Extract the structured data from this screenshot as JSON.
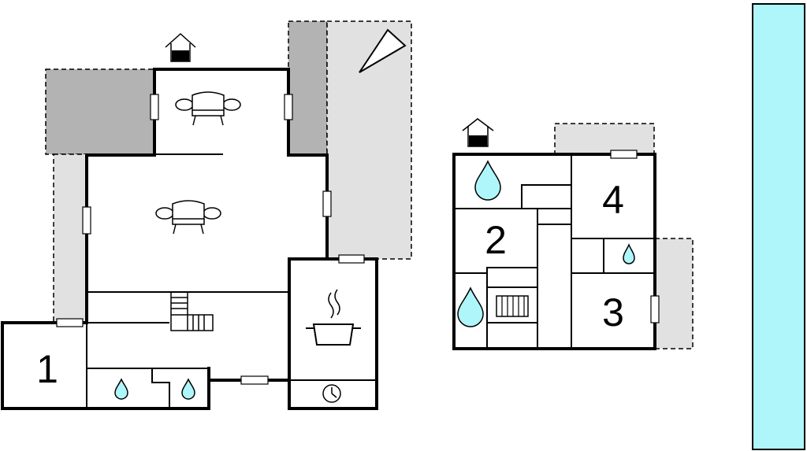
{
  "rooms": {
    "room1": "1",
    "room2": "2",
    "room3": "3",
    "room4": "4"
  },
  "colors": {
    "water": "#aef6fa",
    "terrace_dark": "#b3b3b3",
    "terrace_light": "#e1e1e1",
    "wall": "#000000"
  },
  "icons": [
    "entrance-icon",
    "sofa-icon",
    "bathroom-drop-icon",
    "kitchen-pot-icon",
    "clock-icon",
    "stairs-icon",
    "radiator-icon",
    "north-arrow-icon"
  ]
}
